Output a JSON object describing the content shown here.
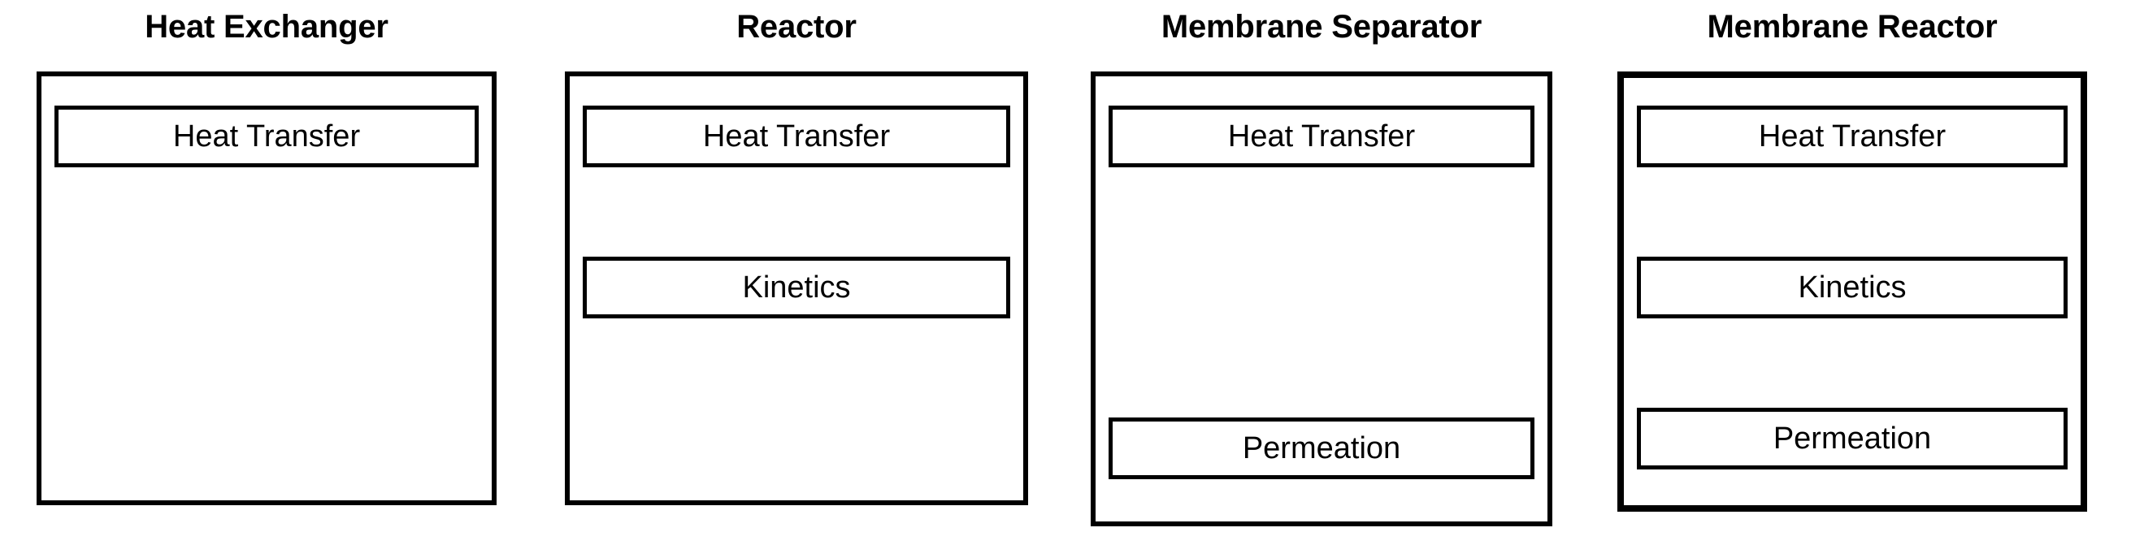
{
  "diagram": {
    "type": "unit-model-composition",
    "background_color": "#ffffff",
    "line_color": "#000000",
    "panels": [
      {
        "id": "heat-exchanger",
        "title": "Heat Exchanger",
        "blocks": [
          {
            "id": "heat-transfer",
            "label": "Heat Transfer",
            "slot": "top"
          }
        ]
      },
      {
        "id": "reactor",
        "title": "Reactor",
        "blocks": [
          {
            "id": "heat-transfer",
            "label": "Heat Transfer",
            "slot": "top"
          },
          {
            "id": "kinetics",
            "label": "Kinetics",
            "slot": "middle"
          }
        ]
      },
      {
        "id": "membrane-separator",
        "title": "Membrane Separator",
        "blocks": [
          {
            "id": "heat-transfer",
            "label": "Heat Transfer",
            "slot": "top"
          },
          {
            "id": "permeation",
            "label": "Permeation",
            "slot": "bottom"
          }
        ]
      },
      {
        "id": "membrane-reactor",
        "title": "Membrane Reactor",
        "blocks": [
          {
            "id": "heat-transfer",
            "label": "Heat Transfer",
            "slot": "top"
          },
          {
            "id": "kinetics",
            "label": "Kinetics",
            "slot": "middle"
          },
          {
            "id": "permeation",
            "label": "Permeation",
            "slot": "bottom"
          }
        ]
      }
    ]
  }
}
